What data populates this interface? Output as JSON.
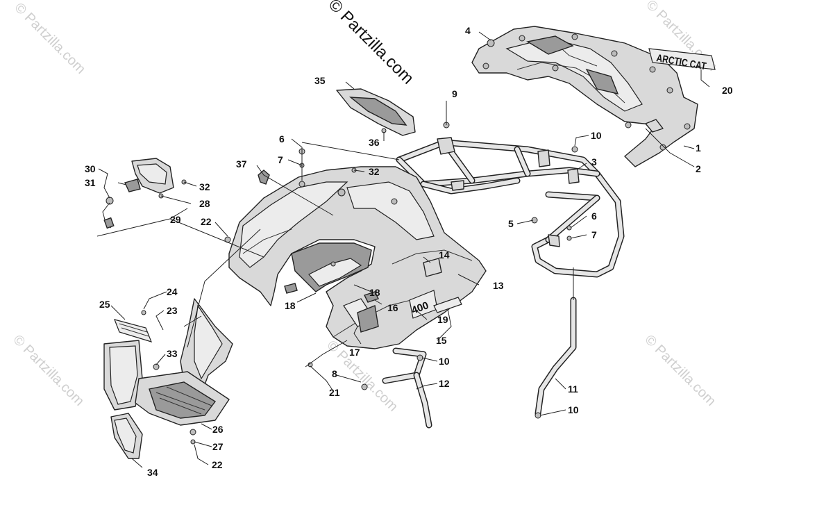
{
  "watermarks": {
    "main": "© Partzilla.com",
    "corner": "© Partzilla.com"
  },
  "badge_text": "400",
  "decal_text": "ARCTIC CAT",
  "callouts": [
    "1",
    "2",
    "3",
    "4",
    "5",
    "6",
    "6",
    "7",
    "7",
    "8",
    "9",
    "10",
    "10",
    "10",
    "11",
    "12",
    "13",
    "14",
    "15",
    "16",
    "17",
    "18",
    "18",
    "19",
    "20",
    "21",
    "22",
    "22",
    "23",
    "24",
    "25",
    "26",
    "27",
    "28",
    "29",
    "30",
    "31",
    "32",
    "32",
    "33",
    "34",
    "35",
    "36",
    "37"
  ]
}
